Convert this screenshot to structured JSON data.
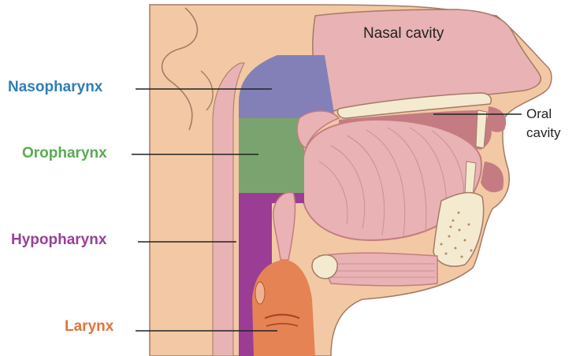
{
  "regions": {
    "nasopharynx": {
      "label": "Nasopharynx",
      "color": "#2f7fb5",
      "fill": "#8380b8"
    },
    "oropharynx": {
      "label": "Oropharynx",
      "color": "#5aab52",
      "fill": "#7ba36f"
    },
    "hypopharynx": {
      "label": "Hypopharynx",
      "color": "#9b3f9a",
      "fill": "#9b3d94"
    },
    "larynx": {
      "label": "Larynx",
      "color": "#e2733a",
      "fill": "#e58355"
    }
  },
  "cavities": {
    "nasal": {
      "label": "Nasal cavity"
    },
    "oral": {
      "label_line1": "Oral",
      "label_line2": "cavity"
    }
  },
  "palette": {
    "skin": "#f2c9a4",
    "skin_outline": "#a47b66",
    "tissue": "#e9b2b4",
    "tissue_dark": "#c47c82",
    "bone": "#f4ead0",
    "leader_line": "#222222"
  }
}
